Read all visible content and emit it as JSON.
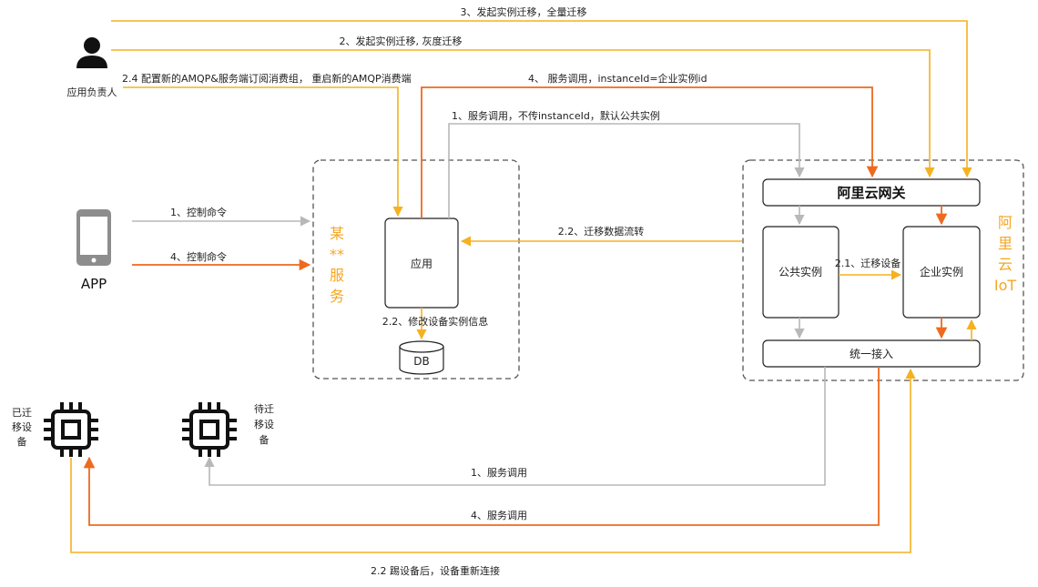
{
  "colors": {
    "yellow": "#f5b120",
    "orange": "#ee6a1f",
    "gray": "#b8b8b8",
    "dark": "#111111"
  },
  "icons": {
    "person": "person-icon",
    "phone": "phone-icon",
    "chip": "chip-icon"
  },
  "actors": {
    "owner": "应用负责人",
    "app": "APP"
  },
  "service_box": {
    "title_lines": [
      "某",
      "**",
      "服",
      "务"
    ]
  },
  "iot_box": {
    "title_lines": [
      "阿",
      "里",
      "云",
      "IoT"
    ]
  },
  "nodes": {
    "app_node": "应用",
    "db": "DB",
    "gateway": "阿里云网关",
    "public_instance": "公共实例",
    "enterprise_instance": "企业实例",
    "unified_access": "统一接入"
  },
  "devices": {
    "migrated": [
      "已迁",
      "移设",
      "备"
    ],
    "pending": [
      "待迁",
      "移设",
      "备"
    ]
  },
  "edges": {
    "e3": "3、发起实例迁移，全量迁移",
    "e2": "2、发起实例迁移, 灰度迁移",
    "e24": "2.4 配置新的AMQP&服务端订阅消费组， 重启新的AMQP消费端",
    "e4svc": "4、 服务调用，instanceId=企业实例id",
    "e1svc": "1、服务调用，不传instanceId，默认公共实例",
    "e1ctrl": "1、控制命令",
    "e4ctrl": "4、控制命令",
    "e22flow": "2.2、迁移数据流转",
    "e22db": "2.2、修改设备实例信息",
    "e21": "2.1、迁移设备",
    "e1dev": "1、服务调用",
    "e4dev": "4、服务调用",
    "e22kick": "2.2 踢设备后，设备重新连接"
  }
}
